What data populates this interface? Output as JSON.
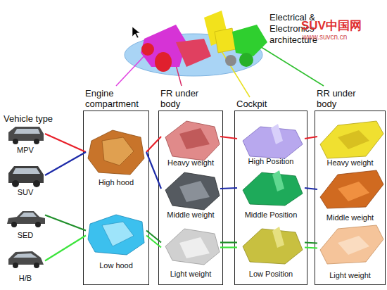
{
  "diagram": {
    "nodes": [
      {
        "text": [
          "MPV"
        ]
      },
      {
        "text": [
          "SUV"
        ]
      },
      {
        "text": [
          "SED"
        ]
      },
      {
        "text": [
          "H/B"
        ]
      },
      {
        "text": [
          "Engine compartment"
        ]
      },
      {
        "text": [
          "High hood"
        ],
        "in": 4
      },
      {
        "text": [
          "Low hood"
        ],
        "in": 4
      },
      {
        "text": [
          "FR under body"
        ]
      },
      {
        "text": [
          "Heavy weight"
        ],
        "in": 7
      },
      {
        "text": [
          "Middle weight"
        ],
        "in": 7
      },
      {
        "text": [
          "Light weight"
        ],
        "in": 7
      },
      {
        "text": [
          "Cockpit"
        ]
      },
      {
        "text": [
          "High Position"
        ],
        "in": 11
      },
      {
        "text": [
          "Middle Position"
        ],
        "in": 11
      },
      {
        "text": [
          "Low Position"
        ],
        "in": 11
      },
      {
        "text": [
          "RR under body"
        ]
      },
      {
        "text": [
          "Heavy weight"
        ],
        "in": 15
      },
      {
        "text": [
          "Middle weight"
        ],
        "in": 15
      },
      {
        "text": [
          "Light weight"
        ],
        "in": 15
      }
    ],
    "edges": [
      {
        "from": 0,
        "to": 5,
        "arrow": "none"
      },
      {
        "from": 5,
        "to": 8,
        "arrow": "none"
      },
      {
        "from": 8,
        "to": 12,
        "arrow": "none"
      },
      {
        "from": 12,
        "to": 16,
        "arrow": "none"
      },
      {
        "from": 1,
        "to": 5,
        "arrow": "none"
      },
      {
        "from": 5,
        "to": 9,
        "arrow": "none"
      },
      {
        "from": 9,
        "to": 13,
        "arrow": "none"
      },
      {
        "from": 13,
        "to": 17,
        "arrow": "none"
      },
      {
        "from": 2,
        "to": 6,
        "arrow": "none"
      },
      {
        "from": 6,
        "to": 10,
        "arrow": "none"
      },
      {
        "from": 10,
        "to": 14,
        "arrow": "none"
      },
      {
        "from": 14,
        "to": 18,
        "arrow": "none"
      },
      {
        "from": 3,
        "to": 6,
        "arrow": "none"
      },
      {
        "from": 6,
        "to": 10,
        "arrow": "none"
      },
      {
        "from": 10,
        "to": 14,
        "arrow": "none"
      },
      {
        "from": 14,
        "to": 18,
        "arrow": "none"
      }
    ],
    "labels": [
      "Electrical & Electronics architecture",
      "SUV中国网",
      "www.suvcn.cn",
      "Vehicle type"
    ]
  }
}
